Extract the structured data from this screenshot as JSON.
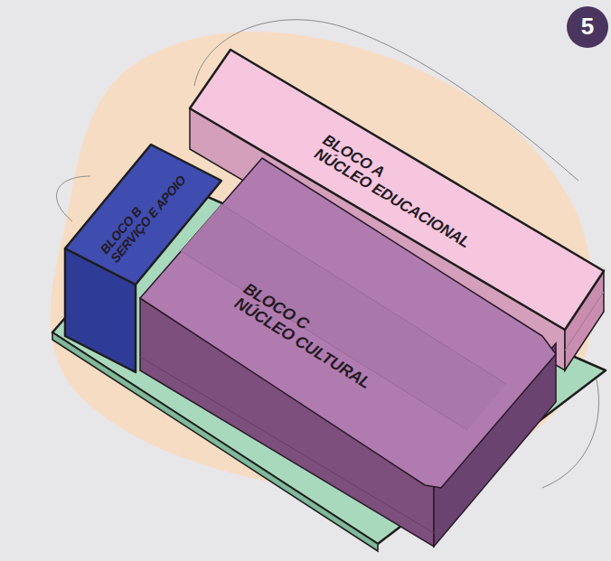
{
  "diagram": {
    "nodes": [
      {
        "text": [
          "5"
        ]
      },
      {
        "text": [
          "BLOCO A",
          "NÚCLEO EDUCACIONAL"
        ]
      },
      {
        "text": [
          "BLOCO B",
          "SERVIÇO E APOIO"
        ]
      },
      {
        "text": [
          "BLOCO C",
          "NÚCLEO CULTURAL"
        ]
      }
    ]
  }
}
